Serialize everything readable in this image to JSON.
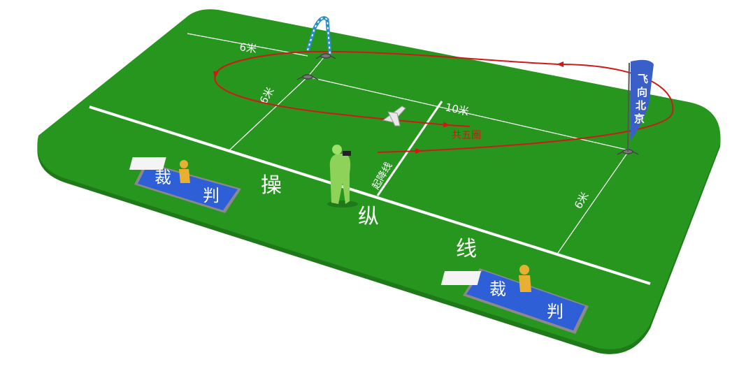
{
  "field": {
    "grass_color": "#27961f",
    "line_color": "#ffffff",
    "path_color": "#d01818",
    "judge_mat_color": "#2e5fd6",
    "flag_color": "#3a5fc8"
  },
  "labels": {
    "control_line": [
      "操",
      "纵",
      "线"
    ],
    "dim_top_6m": "6米",
    "dim_left_6m": "6米",
    "dim_10m": "10米",
    "dim_right_6m": "6米",
    "laps": "共五圈",
    "takeoff_line": "起降线",
    "flag": [
      "飞",
      "向",
      "北",
      "京"
    ],
    "judge_left": [
      "裁",
      "判"
    ],
    "judge_right": [
      "裁",
      "判"
    ]
  },
  "icons": {
    "arch_gate": "arch-gate-icon",
    "pylon": "pylon-icon",
    "airplane": "airplane-icon",
    "pilot": "pilot-figure-icon",
    "judge": "judge-figure-icon"
  }
}
